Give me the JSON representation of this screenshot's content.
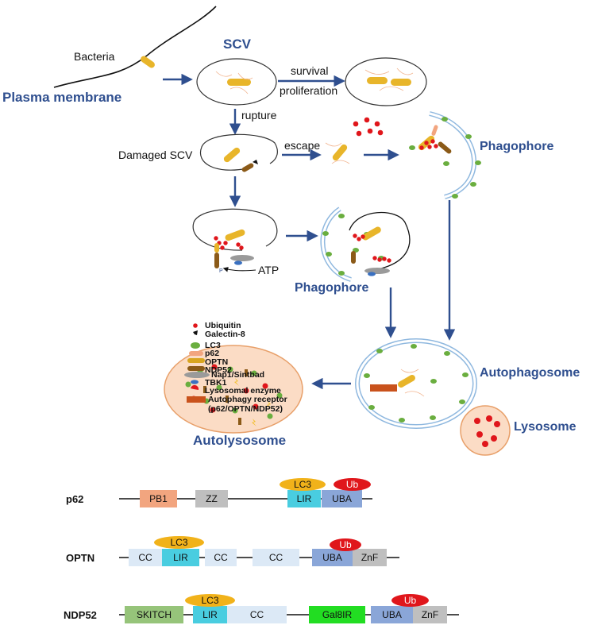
{
  "labels": {
    "bacteria": "Bacteria",
    "plasma_membrane": "Plasma membrane",
    "scv": "SCV",
    "survival": "survival",
    "proliferation": "proliferation",
    "rupture": "rupture",
    "damaged_scv": "Damaged SCV",
    "escape": "escape",
    "phagophore_top": "Phagophore",
    "phagophore_mid": "Phagophore",
    "atp": "ATP",
    "autophagosome": "Autophagosome",
    "lysosome": "Lysosome",
    "autolysosome": "Autolysosome"
  },
  "legend": [
    {
      "label": "Ubiquitin",
      "icon": "ubiquitin-icon"
    },
    {
      "label": "Galectin-8",
      "icon": "galectin8-icon"
    },
    {
      "label": "LC3",
      "icon": "lc3-icon"
    },
    {
      "label": "p62",
      "icon": "p62-icon"
    },
    {
      "label": "OPTN",
      "icon": "optn-icon"
    },
    {
      "label": "NDP52",
      "icon": "ndp52-icon"
    },
    {
      "label": "Nap1/Sintbad",
      "icon": "nap1-icon"
    },
    {
      "label": "TBK1",
      "icon": "tbk1-icon"
    },
    {
      "label": "Lysosomal enzyme",
      "icon": "lysosomal-enzyme-icon"
    },
    {
      "label": "Autophagy receptor",
      "icon": "autophagy-receptor-icon"
    },
    {
      "label": "(p62/OPTN/NDP52)",
      "icon": ""
    }
  ],
  "proteins": [
    {
      "name": "p62",
      "domains": [
        {
          "label": "PB1",
          "color": "#f2a57f"
        },
        {
          "label": "ZZ",
          "color": "#bfbfbf"
        },
        {
          "label": "LIR",
          "color": "#49cde0",
          "tag": "LC3"
        },
        {
          "label": "UBA",
          "color": "#8aa6d8",
          "tag": "Ub"
        }
      ]
    },
    {
      "name": "OPTN",
      "domains": [
        {
          "label": "CC",
          "color": "#dce9f6"
        },
        {
          "label": "LIR",
          "color": "#49cde0",
          "tag": "LC3"
        },
        {
          "label": "CC",
          "color": "#dce9f6"
        },
        {
          "label": "CC",
          "color": "#dce9f6"
        },
        {
          "label": "UBA",
          "color": "#8aa6d8",
          "tag": "Ub"
        },
        {
          "label": "ZnF",
          "color": "#bfbfbf"
        }
      ]
    },
    {
      "name": "NDP52",
      "domains": [
        {
          "label": "SKITCH",
          "color": "#96c47a"
        },
        {
          "label": "LIR",
          "color": "#49cde0",
          "tag": "LC3"
        },
        {
          "label": "CC",
          "color": "#dce9f6"
        },
        {
          "label": "Gal8IR",
          "color": "#22dd22"
        },
        {
          "label": "UBA",
          "color": "#8aa6d8",
          "tag": "Ub"
        },
        {
          "label": "ZnF",
          "color": "#bfbfbf"
        }
      ]
    }
  ],
  "colors": {
    "arrow": "#2f4f8f",
    "lc3": "#6aae3f",
    "ubiquitin": "#e0161b",
    "bacterium": "#e8b52a",
    "phagophore": "#8fb8df",
    "lysosome_fill": "#fbdcc5",
    "lysosome_border": "#e8a06a",
    "receptor": "#c9521c"
  }
}
